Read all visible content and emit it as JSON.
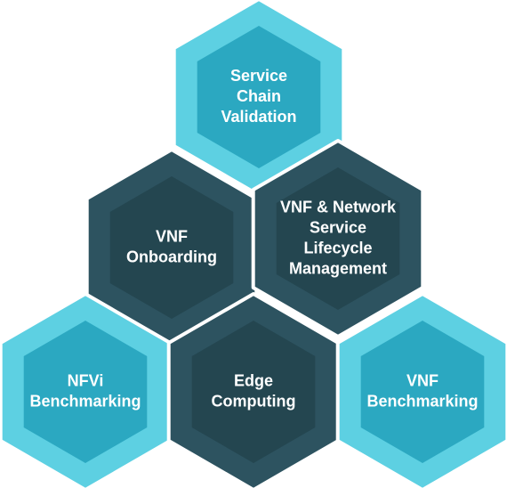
{
  "colors": {
    "light_outer": "#5dd0e2",
    "light_inner": "#2ba8c1",
    "dark_outer": "#2d5360",
    "dark_inner": "#244650"
  },
  "hexagons": [
    {
      "id": "service-chain-validation",
      "theme": "light",
      "lines": [
        "Service",
        "Chain",
        "Validation"
      ]
    },
    {
      "id": "vnf-onboarding",
      "theme": "dark",
      "lines": [
        "VNF",
        "Onboarding"
      ]
    },
    {
      "id": "vnf-network-service-lifecycle-management",
      "theme": "dark",
      "lines": [
        "VNF & Network",
        "Service",
        "Lifecycle",
        "Management"
      ]
    },
    {
      "id": "nfvi-benchmarking",
      "theme": "light",
      "lines": [
        "NFVi",
        "Benchmarking"
      ]
    },
    {
      "id": "edge-computing",
      "theme": "dark",
      "lines": [
        "Edge",
        "Computing"
      ]
    },
    {
      "id": "vnf-benchmarking",
      "theme": "light",
      "lines": [
        "VNF",
        "Benchmarking"
      ]
    }
  ]
}
